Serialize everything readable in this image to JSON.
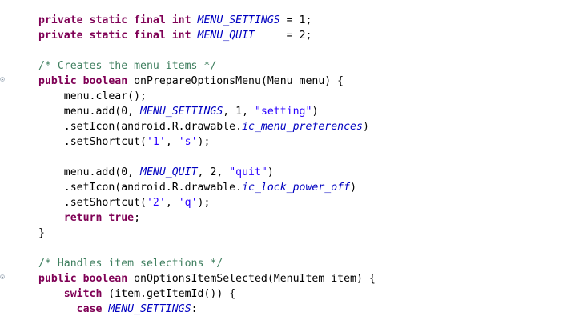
{
  "editor": {
    "lines": [
      [
        {
          "t": "private static final int ",
          "c": "kw"
        },
        {
          "t": "MENU_SETTINGS",
          "c": "const"
        },
        {
          "t": " = 1;",
          "c": "plain"
        }
      ],
      [
        {
          "t": "private static final int ",
          "c": "kw"
        },
        {
          "t": "MENU_QUIT",
          "c": "const"
        },
        {
          "t": "     = 2;",
          "c": "plain"
        }
      ],
      [],
      [
        {
          "t": "/* Creates the menu items */",
          "c": "cmt"
        }
      ],
      [
        {
          "t": "public boolean ",
          "c": "kw"
        },
        {
          "t": "onPrepareOptionsMenu(Menu menu) {",
          "c": "plain"
        }
      ],
      [
        {
          "t": "    menu.clear();",
          "c": "plain"
        }
      ],
      [
        {
          "t": "    menu.add(0, ",
          "c": "plain"
        },
        {
          "t": "MENU_SETTINGS",
          "c": "const"
        },
        {
          "t": ", 1, ",
          "c": "plain"
        },
        {
          "t": "\"setting\"",
          "c": "str"
        },
        {
          "t": ")",
          "c": "plain"
        }
      ],
      [
        {
          "t": "    .setIcon(android.R.drawable.",
          "c": "plain"
        },
        {
          "t": "ic_menu_preferences",
          "c": "fld"
        },
        {
          "t": ")",
          "c": "plain"
        }
      ],
      [
        {
          "t": "    .setShortcut(",
          "c": "plain"
        },
        {
          "t": "'1'",
          "c": "str"
        },
        {
          "t": ", ",
          "c": "plain"
        },
        {
          "t": "'s'",
          "c": "str"
        },
        {
          "t": ");",
          "c": "plain"
        }
      ],
      [],
      [
        {
          "t": "    menu.add(0, ",
          "c": "plain"
        },
        {
          "t": "MENU_QUIT",
          "c": "const"
        },
        {
          "t": ", 2, ",
          "c": "plain"
        },
        {
          "t": "\"quit\"",
          "c": "str"
        },
        {
          "t": ")",
          "c": "plain"
        }
      ],
      [
        {
          "t": "    .setIcon(android.R.drawable.",
          "c": "plain"
        },
        {
          "t": "ic_lock_power_off",
          "c": "fld"
        },
        {
          "t": ")",
          "c": "plain"
        }
      ],
      [
        {
          "t": "    .setShortcut(",
          "c": "plain"
        },
        {
          "t": "'2'",
          "c": "str"
        },
        {
          "t": ", ",
          "c": "plain"
        },
        {
          "t": "'q'",
          "c": "str"
        },
        {
          "t": ");",
          "c": "plain"
        }
      ],
      [
        {
          "t": "    ",
          "c": "plain"
        },
        {
          "t": "return true",
          "c": "kw"
        },
        {
          "t": ";",
          "c": "plain"
        }
      ],
      [
        {
          "t": "}",
          "c": "plain"
        }
      ],
      [],
      [
        {
          "t": "/* Handles item selections */",
          "c": "cmt"
        }
      ],
      [
        {
          "t": "public boolean ",
          "c": "kw"
        },
        {
          "t": "onOptionsItemSelected(MenuItem item) {",
          "c": "plain"
        }
      ],
      [
        {
          "t": "    ",
          "c": "plain"
        },
        {
          "t": "switch",
          "c": "kw"
        },
        {
          "t": " (item.getItemId()) {",
          "c": "plain"
        }
      ],
      [
        {
          "t": "      ",
          "c": "plain"
        },
        {
          "t": "case ",
          "c": "kw"
        },
        {
          "t": "MENU_SETTINGS",
          "c": "const"
        },
        {
          "t": ":",
          "c": "plain"
        }
      ]
    ],
    "fold_lines": [
      4,
      17
    ]
  }
}
